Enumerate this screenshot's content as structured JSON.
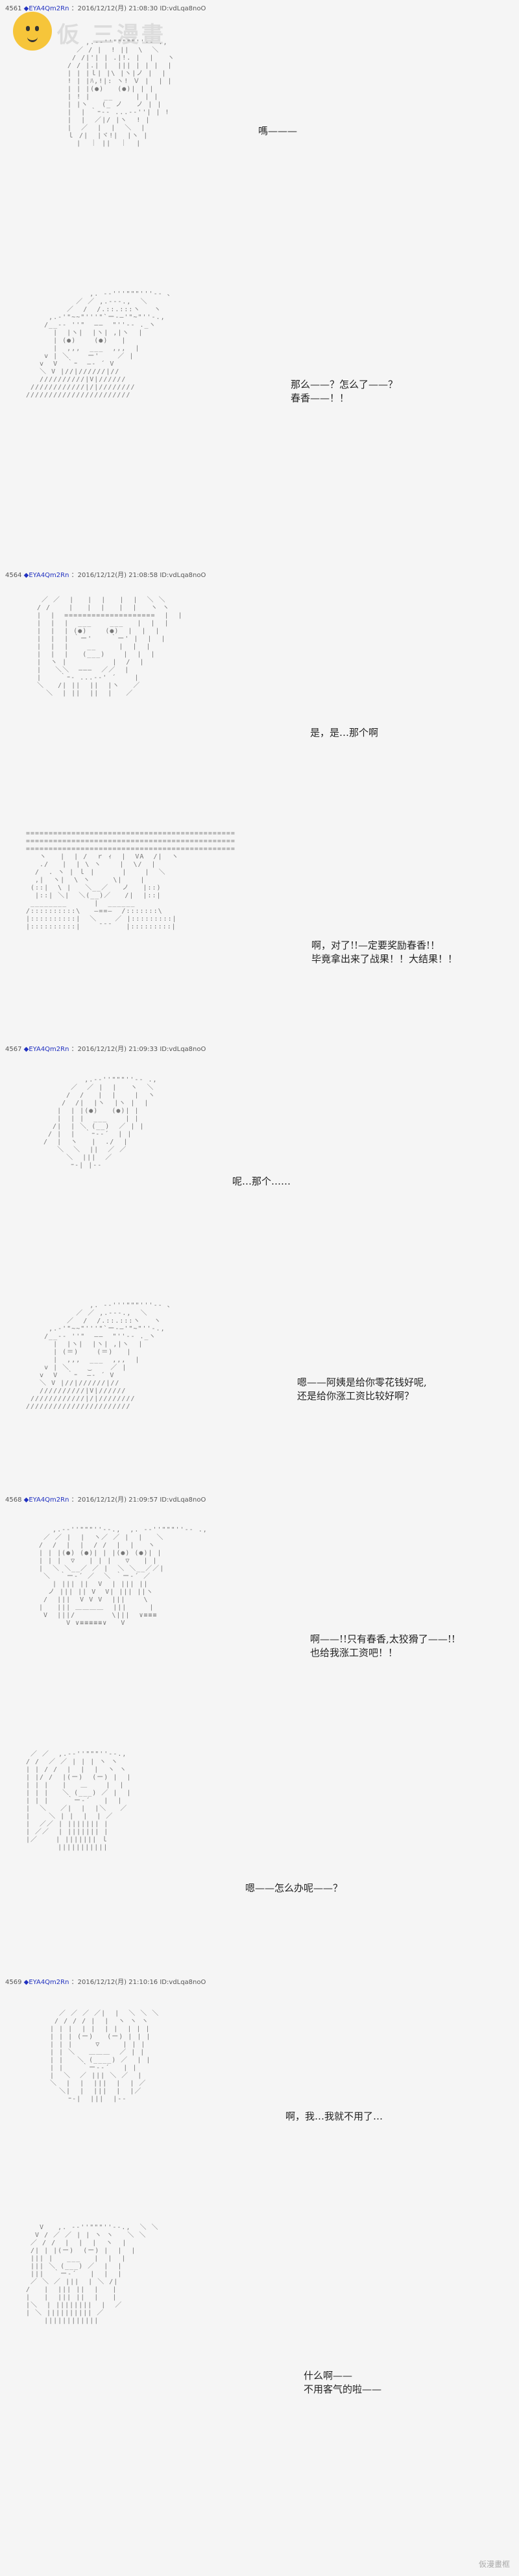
{
  "site": {
    "watermark": "仮 三漫畫",
    "footer": "仮漫畫框"
  },
  "posts": [
    {
      "header_num": "4561",
      "header_name": "◆EYA4Qm2Rn",
      "header_meta": "：2016/12/12(月) 21:08:30 ID:vdLqa8noO",
      "panels": [
        {
          "text": "嗎———"
        },
        {
          "text": "那么——？怎么了——？\n春香——！！"
        }
      ]
    },
    {
      "header_num": "4564",
      "header_name": "◆EYA4Qm2Rn",
      "header_meta": "：2016/12/12(月) 21:08:58 ID:vdLqa8noO",
      "panels": [
        {
          "text": "是，是…那个啊"
        },
        {
          "text": "啊，对了!!—定要奖励春香!！\n毕竟拿出来了战果！！大结果！！"
        }
      ]
    },
    {
      "header_num": "4567",
      "header_name": "◆EYA4Qm2Rn",
      "header_meta": "：2016/12/12(月) 21:09:33 ID:vdLqa8noO",
      "panels": [
        {
          "text": "呢…那个……"
        },
        {
          "text": "嗯——阿姨是给你零花钱好呢,\n还是给你涨工资比较好啊？"
        }
      ]
    },
    {
      "header_num": "4568",
      "header_name": "◆EYA4Qm2Rn",
      "header_meta": "：2016/12/12(月) 21:09:57 ID:vdLqa8noO",
      "panels": [
        {
          "text": "啊——!!只有春香,太狡猾了——!!\n也给我涨工资吧！！"
        },
        {
          "text": "嗯——怎么办呢——？"
        }
      ]
    },
    {
      "header_num": "4569",
      "header_name": "◆EYA4Qm2Rn",
      "header_meta": "：2016/12/12(月) 21:10:16 ID:vdLqa8noO",
      "panels": [
        {
          "text": "啊，我…我就不用了…"
        },
        {
          "text": "什么啊——\n不用客气的啦——"
        }
      ]
    }
  ]
}
